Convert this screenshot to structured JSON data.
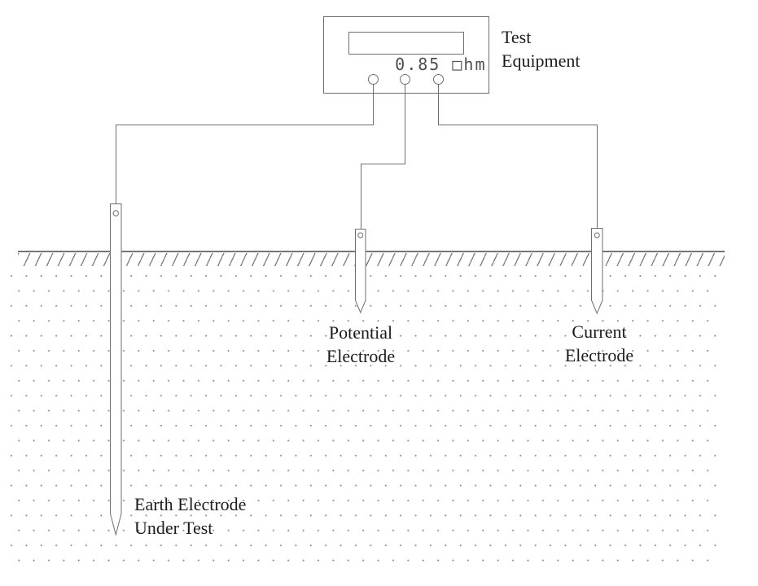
{
  "device": {
    "display_value": "0.85 □hm",
    "label_lines": [
      "Test",
      "Equipment"
    ]
  },
  "labels": {
    "potential": [
      "Potential",
      "Electrode"
    ],
    "current": [
      "Current",
      "Electrode"
    ],
    "earth": [
      "Earth Electrode",
      "Under Test"
    ]
  },
  "colors": {
    "line_color": "#6f6f6f",
    "label_text_color": "#1c1c1c",
    "display_text_color": "#4d4d4d",
    "soil_dot_color": "#8f8f8f",
    "background_color": "#ffffff"
  }
}
